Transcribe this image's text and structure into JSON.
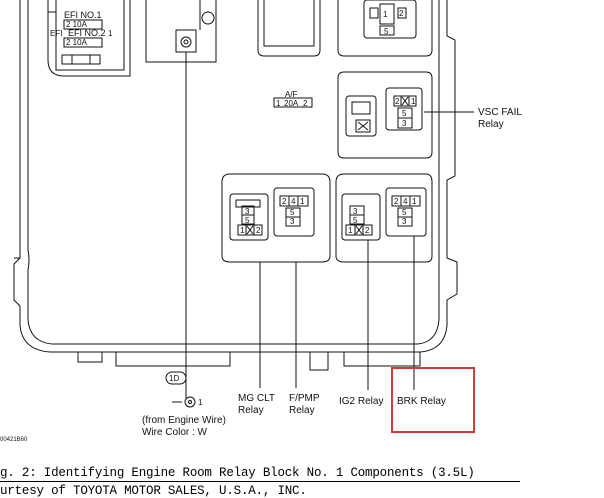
{
  "fuse_box": {
    "efi_no1_label": "EFI NO.1",
    "efi_no1_pins": "2",
    "efi_no1_pins_right": "1",
    "efi_no1_rating": "2 10A",
    "efi_no2_label": "EFI NO.2",
    "efi_no2_left_tag": "EFI",
    "efi_no2_pins": "1",
    "efi_no2_rating": "2 10A"
  },
  "af_fuse": {
    "label": "A/F",
    "rating_pin_left": "1",
    "rating": "20A",
    "rating_pin_right": "2"
  },
  "pin_numbers": {
    "one": "1",
    "two": "2",
    "three": "3",
    "four": "4",
    "five": "5"
  },
  "relays": {
    "vsc_fail": {
      "line1": "VSC FAIL",
      "line2": "Relay"
    },
    "mg_clt": {
      "line1": "MG CLT",
      "line2": "Relay"
    },
    "f_pmp": {
      "line1": "F/PMP",
      "line2": "Relay"
    },
    "ig2": {
      "label": "IG2 Relay"
    },
    "brk": {
      "label": "BRK Relay"
    }
  },
  "ground": {
    "badge": "1D",
    "pin": "1",
    "note_line1": "(from Engine Wire)",
    "note_line2": "Wire Color : W"
  },
  "diagram_code": "00421B60",
  "caption": {
    "line1": "g. 2: Identifying Engine Room Relay Block No. 1 Components (3.5L)",
    "line2": "urtesy of TOYOTA MOTOR SALES, U.S.A., INC."
  },
  "colors": {
    "line": "#111111",
    "highlight": "#d63a3a",
    "background": "#ffffff"
  }
}
